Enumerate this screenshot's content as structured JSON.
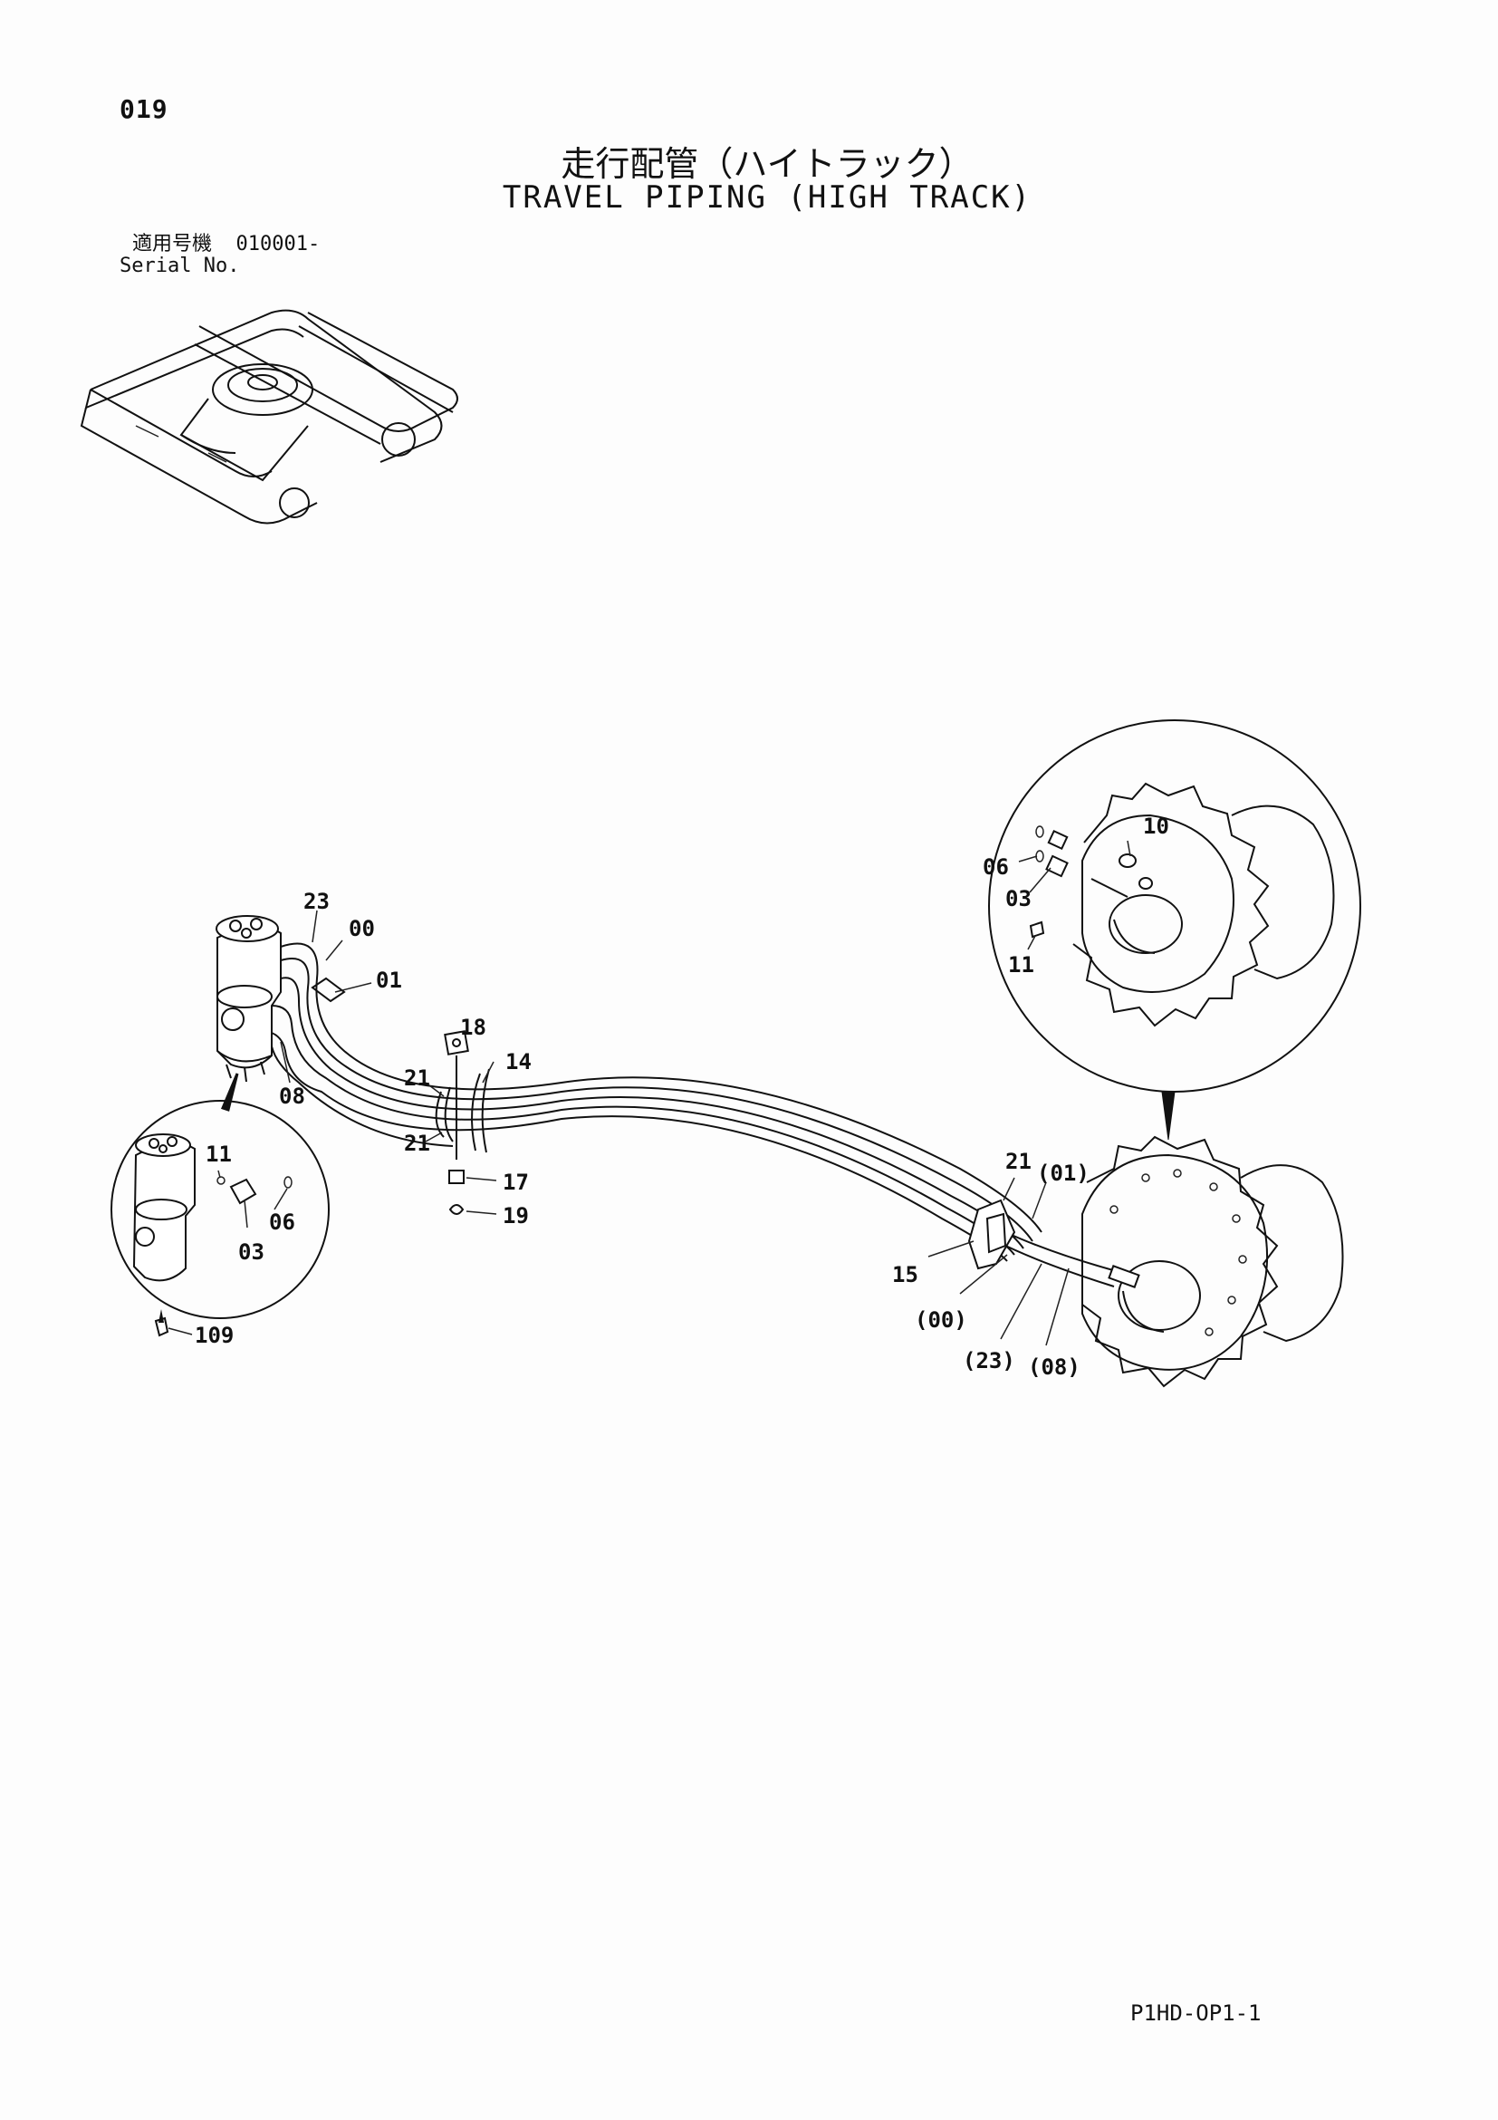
{
  "header": {
    "page_number": "019",
    "title_ja": "走行配管（ハイトラック）",
    "title_en": "TRAVEL PIPING (HIGH TRACK)"
  },
  "serial": {
    "label_ja": "適用号機",
    "label_en": "Serial No.",
    "value": "010001-"
  },
  "callouts": {
    "c23": "23",
    "c00": "00",
    "c01": "01",
    "c08": "08",
    "c18": "18",
    "c14": "14",
    "c21a": "21",
    "c21b": "21",
    "c17": "17",
    "c19": "19",
    "c21c": "21",
    "c01p": "(01)",
    "c15": "15",
    "c00p": "(00)",
    "c23p": "(23)",
    "c08p": "(08)",
    "c10": "10",
    "c06r": "06",
    "c03r": "03",
    "c11r": "11",
    "c11l": "11",
    "c06l": "06",
    "c03l": "03",
    "c109": "109"
  },
  "footer": {
    "doc_code": "P1HD-OP1-1"
  }
}
